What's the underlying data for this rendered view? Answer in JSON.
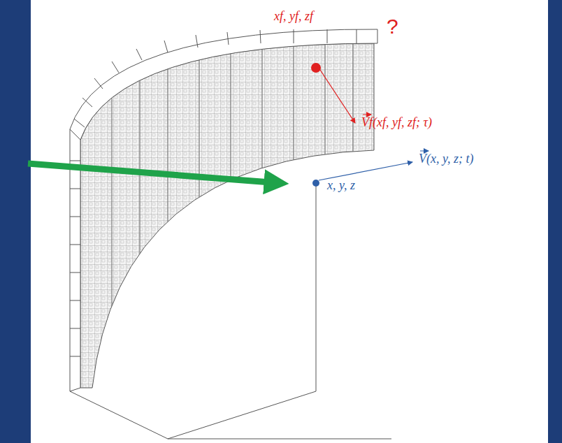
{
  "diagram": {
    "labels": [
      "xf, yf, zf",
      "?",
      "Vf(xf, yf, zf; τ)",
      "V(x, y, z; t)",
      "x, y, z"
    ]
  }
}
